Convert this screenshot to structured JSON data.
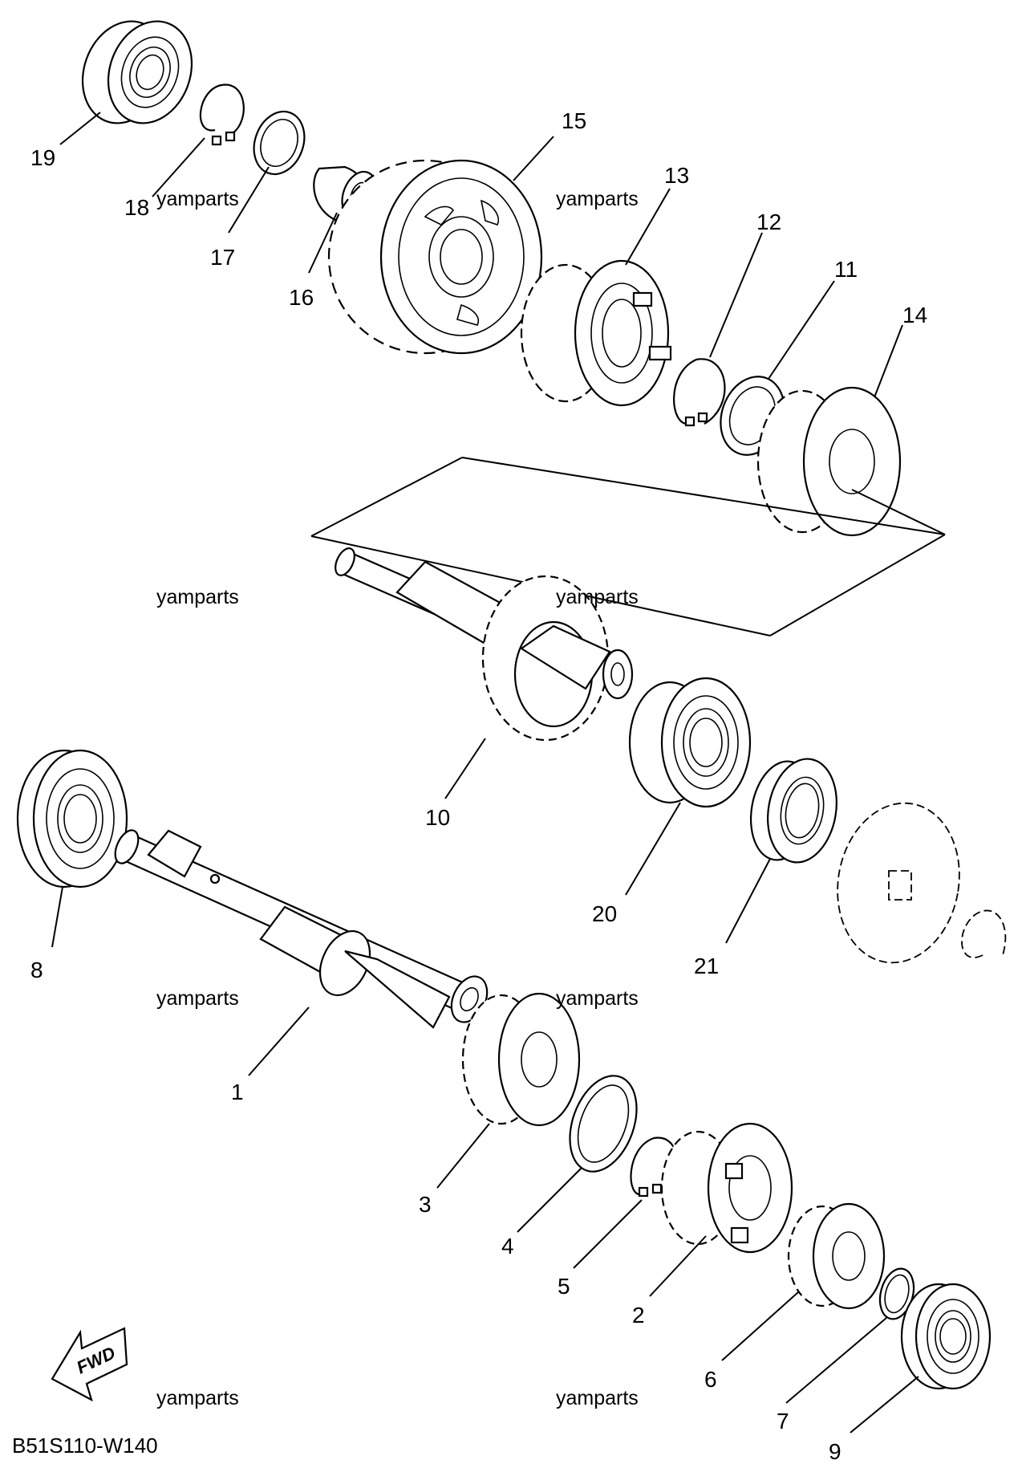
{
  "diagram": {
    "code": "B51S110-W140",
    "fwd_label": "FWD",
    "watermark": "yamparts",
    "callouts": [
      "1",
      "2",
      "3",
      "4",
      "5",
      "6",
      "7",
      "8",
      "9",
      "10",
      "11",
      "12",
      "13",
      "14",
      "15",
      "16",
      "17",
      "18",
      "19",
      "20",
      "21"
    ]
  }
}
